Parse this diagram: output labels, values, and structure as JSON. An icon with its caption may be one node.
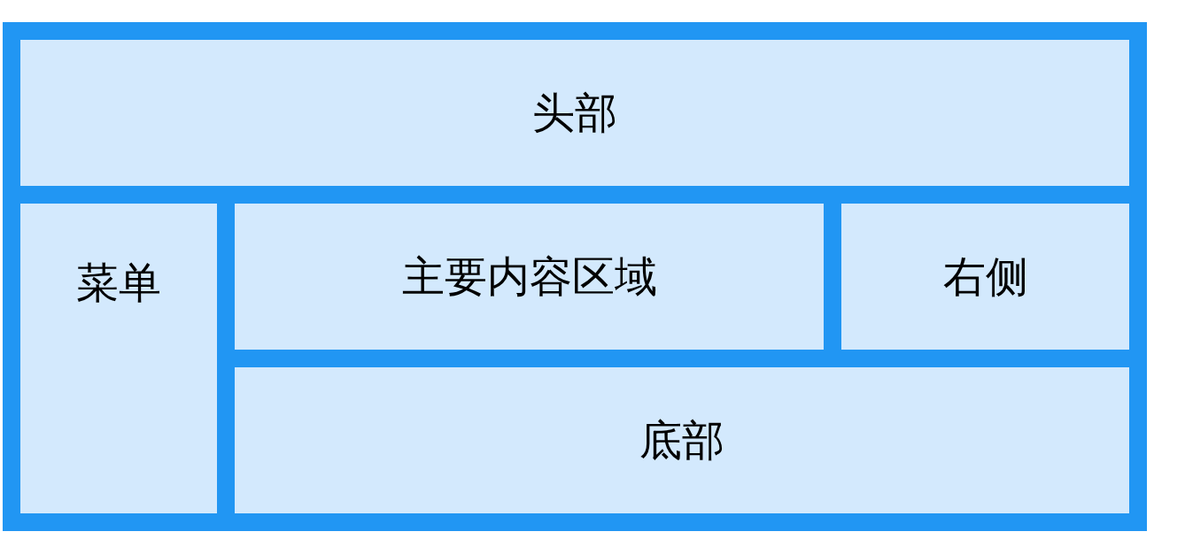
{
  "diagram": {
    "nodes": [
      {
        "text": [],
        "shape": "box"
      },
      {
        "text": [
          "头部"
        ],
        "in": 0
      },
      {
        "text": [
          "菜单"
        ],
        "in": 0
      },
      {
        "text": [
          "主要内容区域"
        ],
        "in": 0
      },
      {
        "text": [
          "右侧"
        ],
        "in": 0
      },
      {
        "text": [
          "底部"
        ],
        "in": 0
      }
    ]
  }
}
